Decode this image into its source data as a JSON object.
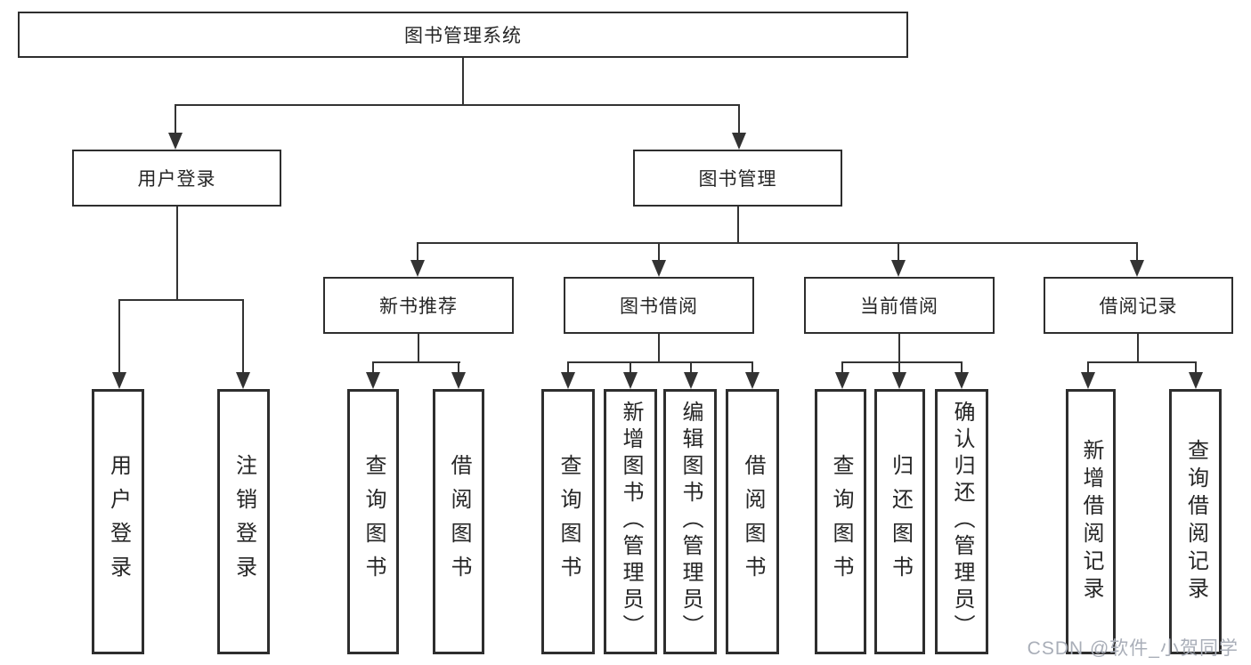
{
  "diagram_title": "图书管理系统",
  "nodes": {
    "root": "图书管理系统",
    "user_login": "用户登录",
    "book_mgmt": "图书管理",
    "new_book_rec": "新书推荐",
    "book_borrow": "图书借阅",
    "current_borrow": "当前借阅",
    "borrow_record": "借阅记录",
    "ul_user_login": "用户登录",
    "ul_logout": "注销登录",
    "nr_query_book": "查询图书",
    "nr_borrow_book": "借阅图书",
    "bb_query_book": "查询图书",
    "bb_add_book": "新增图书（管理员）",
    "bb_edit_book": "编辑图书（管理员）",
    "bb_borrow_book": "借阅图书",
    "cb_query_book": "查询图书",
    "cb_return_book": "归还图书",
    "cb_confirm_return": "确认归还（管理员）",
    "br_add_record": "新增借阅记录",
    "br_query_record": "查询借阅记录"
  },
  "watermark": "CSDN @软件_小贺同学",
  "colors": {
    "line": "#333333",
    "box_border": "#2e2e2e",
    "text": "#262626",
    "watermark": "#a9aeb8",
    "background": "#ffffff"
  }
}
